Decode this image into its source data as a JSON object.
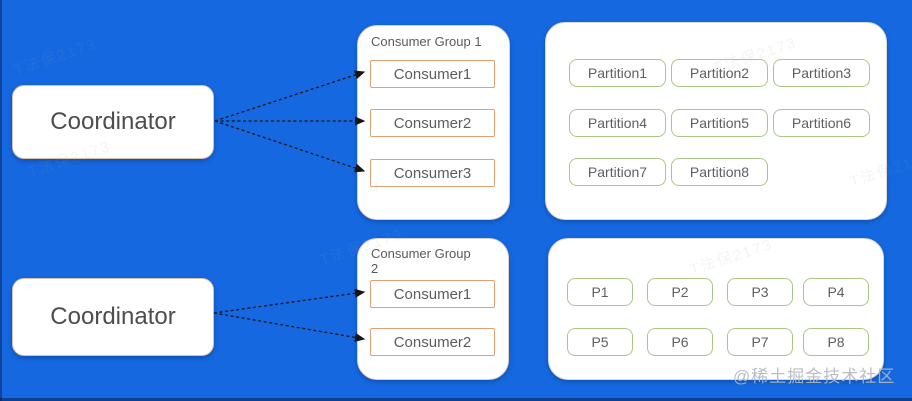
{
  "colors": {
    "background": "#1568df",
    "coordinator_border": "#d9c0a6",
    "consumer_border": "#e1a173",
    "partition_border": "#a9c78b",
    "arrow": "#15151a",
    "text": "#5c5c5c"
  },
  "coordinators": [
    {
      "label": "Coordinator"
    },
    {
      "label": "Coordinator"
    }
  ],
  "consumer_groups": [
    {
      "title": "Consumer Group 1",
      "consumers": [
        "Consumer1",
        "Consumer2",
        "Consumer3"
      ]
    },
    {
      "title": "Consumer Group 2",
      "consumers": [
        "Consumer1",
        "Consumer2"
      ]
    }
  ],
  "partition_sets": [
    {
      "items": [
        "Partition1",
        "Partition2",
        "Partition3",
        "Partition4",
        "Partition5",
        "Partition6",
        "Partition7",
        "Partition8"
      ]
    },
    {
      "items": [
        "P1",
        "P2",
        "P3",
        "P4",
        "P5",
        "P6",
        "P7",
        "P8"
      ]
    }
  ],
  "watermark": "@稀土掘金技术社区",
  "faint_watermark": "T法保2173"
}
